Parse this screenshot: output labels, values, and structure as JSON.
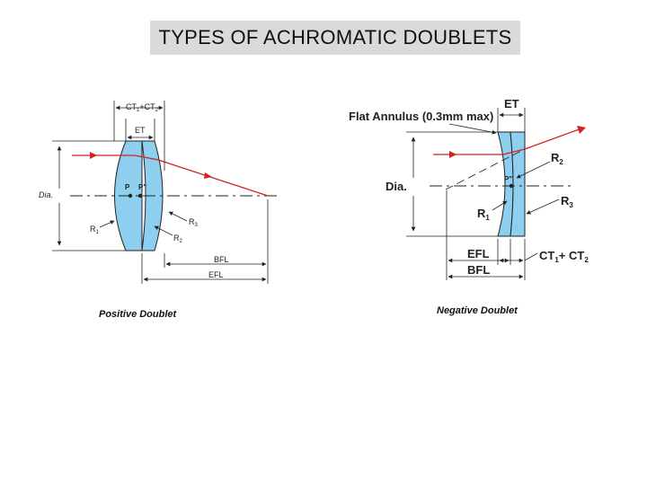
{
  "title": "TYPES OF ACHROMATIC DOUBLETS",
  "colors": {
    "lens": "#8ecfef",
    "ray": "#d42020",
    "title_bg": "#dadada"
  },
  "positive": {
    "caption": "Positive Doublet",
    "ct_main": "CT",
    "ct_sub1": "1",
    "ct_plus": "+CT",
    "ct_sub2": "2",
    "et": "ET",
    "dia": "Dia.",
    "p": "P",
    "p_prime": "P\"",
    "r1_main": "R",
    "r1_sub": "1",
    "r2_main": "R",
    "r2_sub": "2",
    "r3_main": "R",
    "r3_sub": "3",
    "bfl": "BFL",
    "efl": "EFL"
  },
  "negative": {
    "caption": "Negative Doublet",
    "flat_annulus": "Flat Annulus (0.3mm max)",
    "et": "ET",
    "dia": "Dia.",
    "p_prime": "P\"",
    "r1_main": "R",
    "r1_sub": "1",
    "r2_main": "R",
    "r2_sub": "2",
    "r3_main": "R",
    "r3_sub": "3",
    "efl": "EFL",
    "bfl": "BFL",
    "ct_main": "CT",
    "ct_sub1": "1",
    "ct_plus": "+ CT",
    "ct_sub2": "2"
  }
}
